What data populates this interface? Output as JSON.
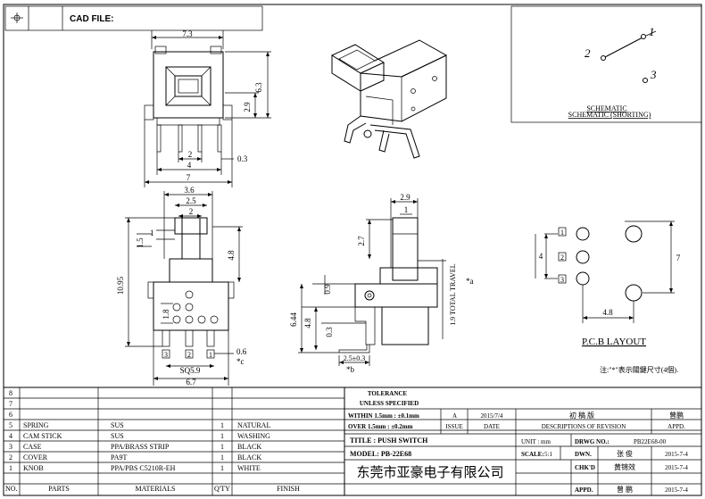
{
  "header": {
    "cad_label": "CAD FILE:"
  },
  "schematic": {
    "pin1": "1",
    "pin2": "2",
    "pin3": "3",
    "line1": "SCHEMATIC",
    "line2": "SCHEMATIC (SHORTING)"
  },
  "top_view": {
    "d_top": "7.3",
    "d_height": "6.3",
    "d_mid": "2.9",
    "d_pin_pitch": "2",
    "d_pin_w": "0.3",
    "d_span": "4",
    "d_total": "7"
  },
  "side_view": {
    "d_top": "3.6",
    "d_a": "2.5",
    "d_b": "2",
    "d_c": "1",
    "d_left": "1.5",
    "d_r": "4.8",
    "d_height": "10.95",
    "d_inner": "1.8",
    "d_pin": "0.6",
    "note_c": "*c",
    "d_sq": "SQ5.9",
    "d_bottom": "6.7",
    "pin1": "1",
    "pin2": "2",
    "pin3": "3"
  },
  "front_view": {
    "d_top": "2.9",
    "d_a": "1",
    "d_b": "2.7",
    "d_travel": "1.9 TOTAL TRAVEL",
    "note_a": "*a",
    "d_09": "0.9",
    "d_03": "0.3",
    "d_48": "4.8",
    "d_644": "6.44",
    "d_bend": "2.5±0.3",
    "note_b": "*b"
  },
  "pcb": {
    "pin1": "1",
    "pin2": "2",
    "pin3": "3",
    "d_4": "4",
    "d_7": "7",
    "d_48": "4.8",
    "title": "P.C.B LAYOUT",
    "note": "注:\"*\"表示關鍵尺寸(4個)."
  },
  "parts_table": {
    "rows": [
      {
        "no": "8",
        "part": "",
        "material": "",
        "qty": "",
        "finish": ""
      },
      {
        "no": "7",
        "part": "",
        "material": "",
        "qty": "",
        "finish": ""
      },
      {
        "no": "6",
        "part": "",
        "material": "",
        "qty": "",
        "finish": ""
      },
      {
        "no": "5",
        "part": "SPRING",
        "material": "SUS",
        "qty": "1",
        "finish": "NATURAL"
      },
      {
        "no": "4",
        "part": "CAM STICK",
        "material": "SUS",
        "qty": "1",
        "finish": "WASHING"
      },
      {
        "no": "3",
        "part": "CASE",
        "material": "PPA/BRASS STRIP",
        "qty": "1",
        "finish": "BLACK"
      },
      {
        "no": "2",
        "part": "COVER",
        "material": "PA9T",
        "qty": "1",
        "finish": "BLACK"
      },
      {
        "no": "1",
        "part": "KNOB",
        "material": "PPA/PBS C5210R-EH",
        "qty": "1",
        "finish": "WHITE"
      }
    ],
    "header": {
      "no": "NO.",
      "part": "PARTS",
      "material": "MATERIALS",
      "qty": "Q'TY",
      "finish": "FINISH"
    }
  },
  "title_block": {
    "tol_title": "TOLERANCE",
    "tol_sub": "UNLESS   SPECIFIED",
    "tol_within": "WITHIN 1.5mm : ±0.1mm",
    "tol_over": "OVER 1.5mm : ±0.2mm",
    "rev_a": "A",
    "rev_date": "2015/7/4",
    "rev_desc": "初    稿    版",
    "rev_appd": "曾鹏",
    "issue": "ISSUE",
    "date": "DATE",
    "desc_rev": "DESCRIPTIONS OF REVISION",
    "appd_label": "APPD.",
    "title": "TITLE : PUSH SWITCH",
    "unit": "UNIT :   mm",
    "drwg": "DRWG NO.:",
    "drwg_no": "PB22E68-00",
    "model": "MODEL: PB-22E68",
    "scale_label": "SCALE:",
    "scale": "5:1",
    "dwn": "DWN.",
    "dwn_name": "张  俊",
    "dwn_date": "2015-7-4",
    "company": "东莞市亚豪电子有限公司",
    "chk": "CHK'D",
    "chk_name": "黄锦效",
    "chk_date": "2015-7-4",
    "appd": "APPD.",
    "appd_name": "曾  鹏",
    "appd_date": "2015-7-4"
  }
}
